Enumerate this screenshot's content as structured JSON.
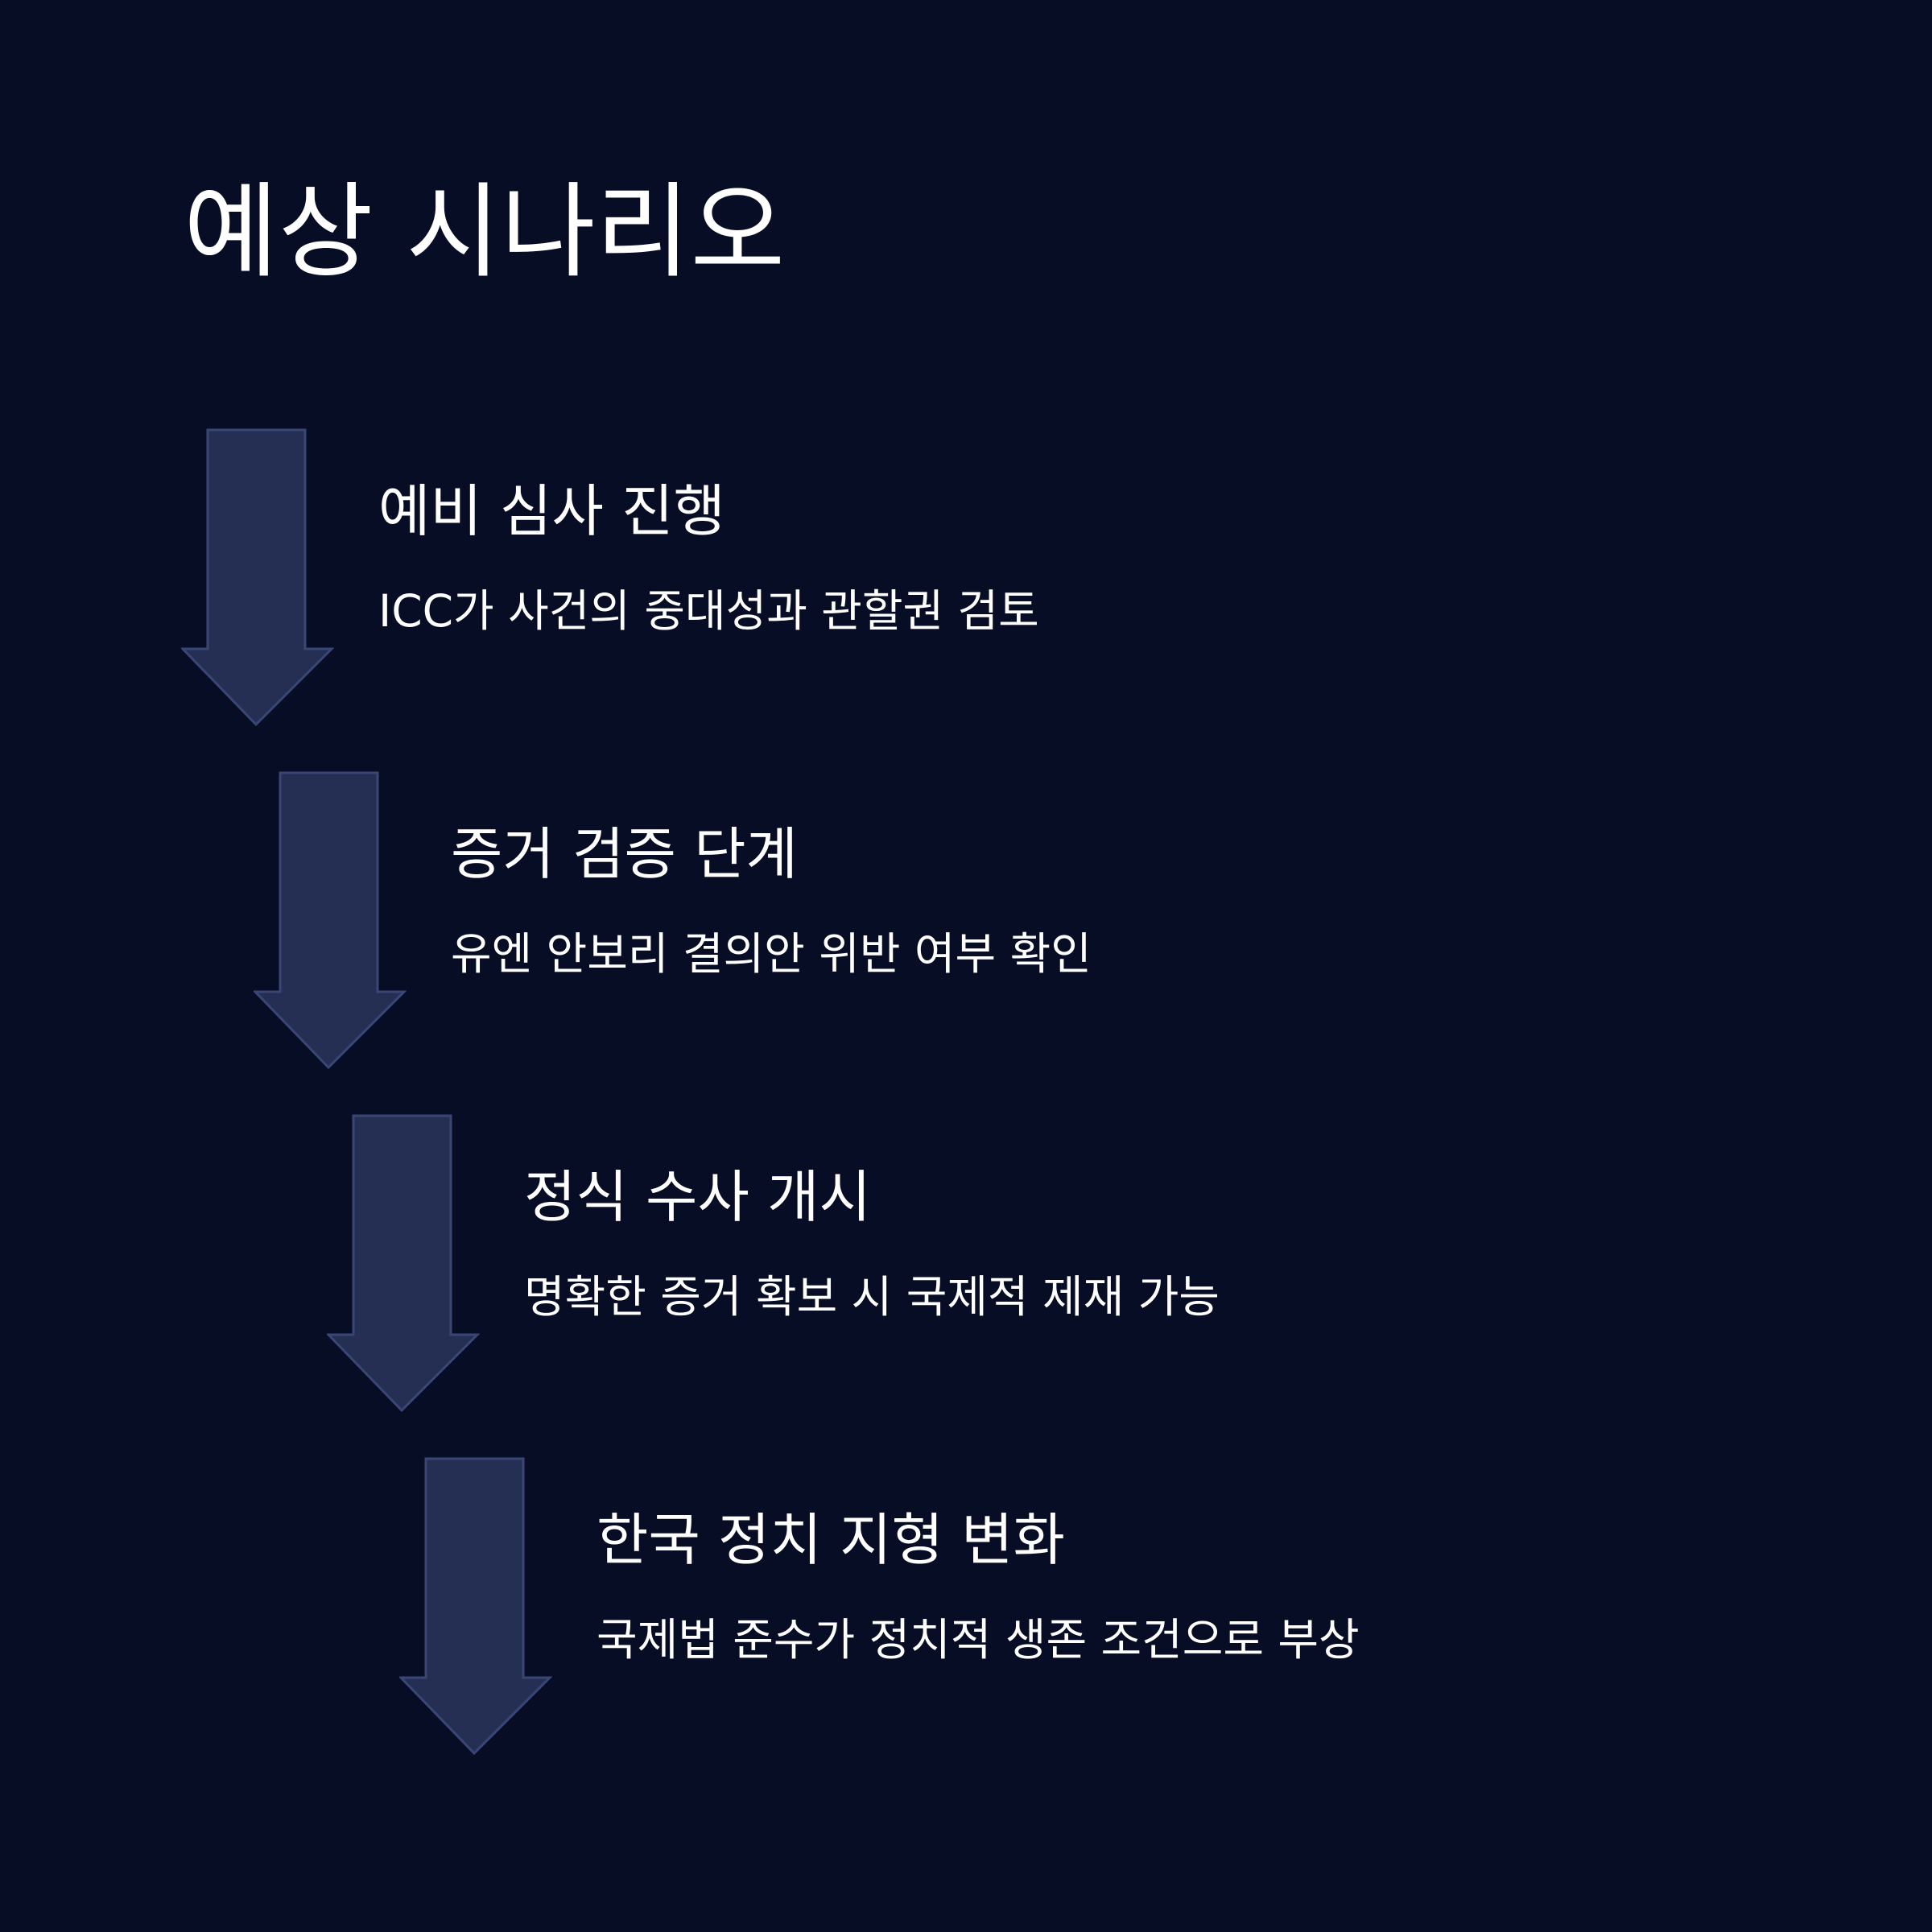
{
  "title": "예상 시나리오",
  "colors": {
    "background": "#070d24",
    "arrow_fill": "#252f54",
    "arrow_stroke": "#3a4673",
    "text": "#ffffff"
  },
  "steps": [
    {
      "title": "예비 심사 진행",
      "description": "ICC가 사건의 중대성과 관할권 검토"
    },
    {
      "title": "증거 검증 단계",
      "description": "유엔 안보리 결의안 위반 여부 확인"
    },
    {
      "title": "정식 수사 개시",
      "description": "명확한 증거 확보 시 국제적 제재 가능"
    },
    {
      "title": "한국 정치 지형 변화",
      "description": "국제법 준수가 정치적 생존 조건으로 부상"
    }
  ]
}
